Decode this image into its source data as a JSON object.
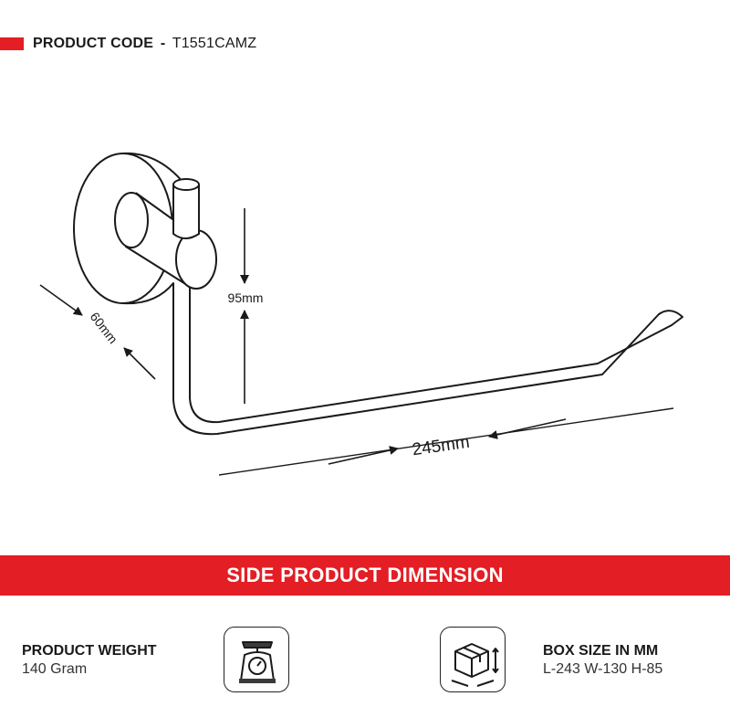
{
  "header": {
    "label": "PRODUCT CODE",
    "separator": "-",
    "code": "T1551CAMZ",
    "accent_color": "#e31e24"
  },
  "drawing": {
    "dim_depth": "60mm",
    "dim_height": "95mm",
    "dim_length": "245mm"
  },
  "banner": {
    "title": "SIDE PRODUCT DIMENSION",
    "color": "#e31e24"
  },
  "specs": {
    "weight": {
      "label": "PRODUCT WEIGHT",
      "value": "140 Gram",
      "icon": "weighing-scale-icon"
    },
    "box": {
      "label": "BOX SIZE IN MM",
      "value": "L-243 W-130 H-85",
      "icon": "box-dimensions-icon"
    }
  }
}
